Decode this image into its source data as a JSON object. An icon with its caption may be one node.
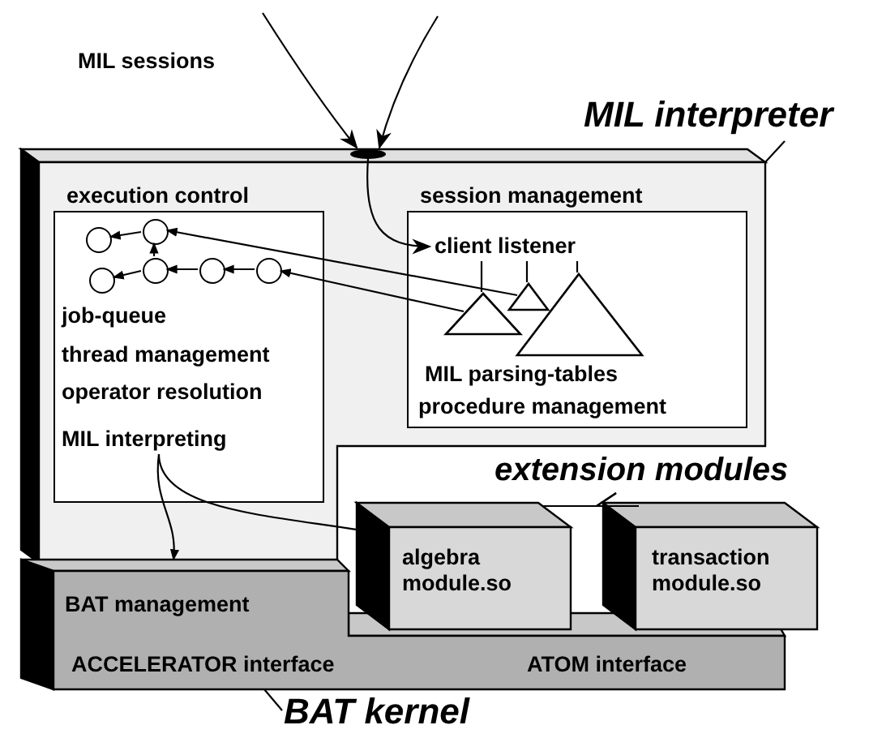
{
  "diagram": {
    "nodes": [
      {
        "text": [],
        "shape": "box"
      },
      {
        "text": [],
        "shape": "ellipse"
      },
      {
        "text": [
          "execution control",
          "job-queue",
          "thread management",
          "operator resolution"
        ],
        "in": 0
      },
      {
        "text": [],
        "shape": "circle",
        "in": 2
      },
      {
        "text": [],
        "shape": "circle",
        "in": 2
      },
      {
        "text": [],
        "shape": "circle",
        "in": 2
      },
      {
        "text": [],
        "shape": "circle",
        "in": 2
      },
      {
        "text": [],
        "shape": "circle",
        "in": 2
      },
      {
        "text": [],
        "shape": "circle",
        "in": 2
      },
      {
        "text": [
          "MIL interpreting"
        ],
        "in": 2
      },
      {
        "text": [
          "session management",
          "MIL parsing-tables",
          "procedure management"
        ],
        "in": 0
      },
      {
        "text": [
          "client listener"
        ],
        "in": 10
      },
      {
        "text": [],
        "shape": "triangle",
        "in": 10
      },
      {
        "text": [],
        "shape": "triangle",
        "in": 10
      },
      {
        "text": [],
        "shape": "triangle",
        "in": 10
      },
      {
        "text": [
          "BAT management",
          "ACCELERATOR interface",
          "ATOM interface"
        ]
      },
      {
        "text": [
          "extension modules"
        ]
      },
      {
        "text": [
          "algebra module.so"
        ]
      },
      {
        "text": [
          "transaction module.so"
        ]
      },
      {
        "text": [
          "MIL interpreter"
        ]
      },
      {
        "text": [
          "BAT kernel"
        ]
      }
    ],
    "edges": [
      {
        "from": null,
        "to": 1,
        "arrow": "to"
      },
      {
        "from": null,
        "to": 1,
        "arrow": "to"
      },
      {
        "from": 1,
        "to": 11,
        "arrow": "to"
      },
      {
        "from": 4,
        "to": 3,
        "arrow": "to"
      },
      {
        "from": 6,
        "to": 4,
        "arrow": "to"
      },
      {
        "from": 6,
        "to": 5,
        "arrow": "to"
      },
      {
        "from": 7,
        "to": 6,
        "arrow": "to"
      },
      {
        "from": 8,
        "to": 7,
        "arrow": "to"
      },
      {
        "from": 12,
        "to": 8,
        "arrow": "to"
      },
      {
        "from": 13,
        "to": 4,
        "arrow": "to"
      },
      {
        "from": 11,
        "to": 12,
        "arrow": "none"
      },
      {
        "from": 11,
        "to": 13,
        "arrow": "none"
      },
      {
        "from": 11,
        "to": 14,
        "arrow": "none"
      },
      {
        "from": 9,
        "to": 15,
        "arrow": "to"
      },
      {
        "from": 9,
        "to": 17,
        "arrow": "to"
      },
      {
        "from": 16,
        "to": 17,
        "arrow": "none"
      },
      {
        "from": 16,
        "to": 18,
        "arrow": "none"
      },
      {
        "from": 19,
        "to": 0,
        "arrow": "none"
      },
      {
        "from": 20,
        "to": 15,
        "arrow": "none"
      }
    ],
    "labels": [
      "MIL sessions"
    ]
  }
}
